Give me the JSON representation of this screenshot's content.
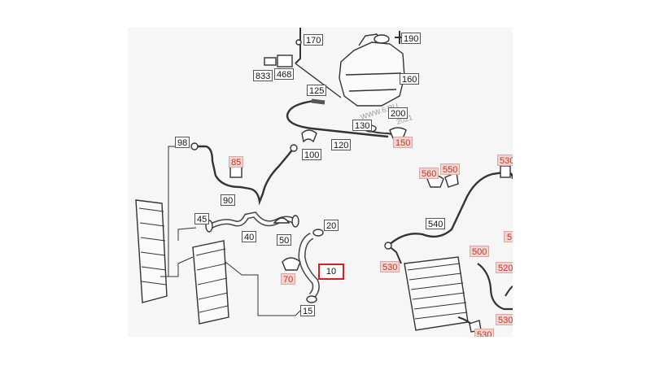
{
  "diagram": {
    "watermark": [
      "WWW.6.RU",
      "2021"
    ],
    "highlight_color": "#d42020",
    "pink_label_bg": "#f3d3d0",
    "pink_label_text": "#c0392b",
    "labels": {
      "p170": "170",
      "p190": "190",
      "p833": "833",
      "p468": "468",
      "p160": "160",
      "p125": "125",
      "p200": "200",
      "p130": "130",
      "p150": "150",
      "p120": "120",
      "p100": "100",
      "p98": "98",
      "p85": "85",
      "p90": "90",
      "p45": "45",
      "p40": "40",
      "p50": "50",
      "p20": "20",
      "p10": "10",
      "p70": "70",
      "p15": "15",
      "p560": "560",
      "p550": "550",
      "p530a": "530",
      "p540": "540",
      "p500": "500",
      "p530b": "530",
      "p520": "520",
      "p5x": "5",
      "p530c": "530",
      "p530d": "530"
    }
  }
}
